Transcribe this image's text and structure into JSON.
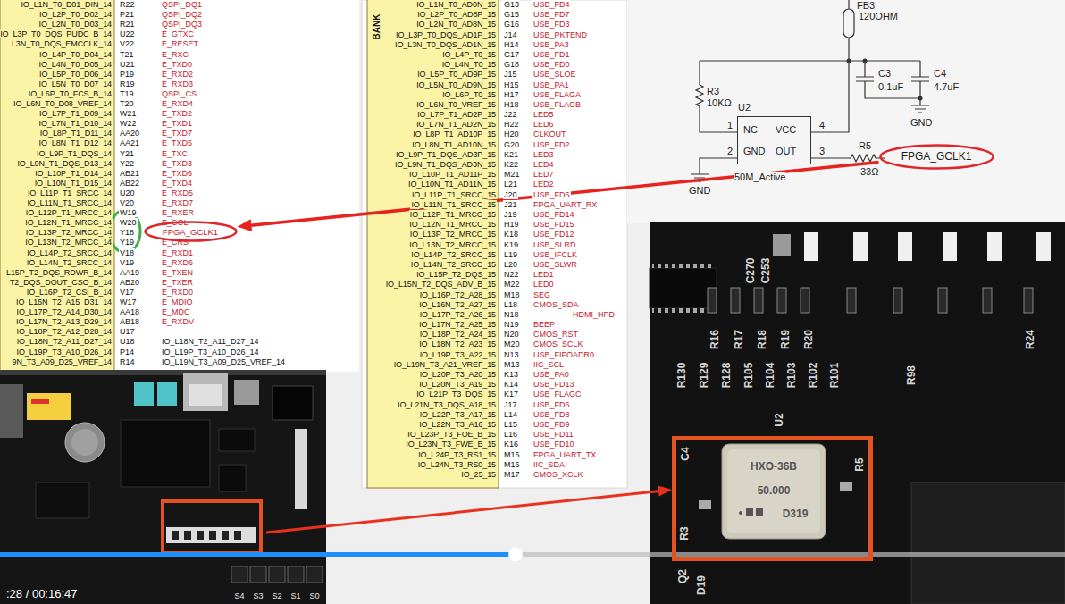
{
  "diagram": {
    "nodes": [
      {
        "text": [
          "FPGA_GCLK1"
        ]
      },
      {
        "text": [
          "U2",
          "NC",
          "VCC",
          "GND",
          "OUT",
          "50M_Active"
        ]
      },
      {
        "text": [
          "FPGA_GCLK1"
        ]
      },
      {
        "text": [
          "HXO-36B",
          "50.000",
          "D319"
        ]
      }
    ],
    "edges": [
      {
        "from": 2,
        "to": 0,
        "arrow": "to"
      }
    ],
    "labels": [
      "IO_L1N_T0_D01_DIN_14",
      "R22",
      "QSPI_DQ1",
      "IO_L2P_T0_D02_14",
      "P21",
      "QSPI_DQ2",
      "IO_L2N_T0_D03_14",
      "R21",
      "QSPI_DQ3",
      "IO_L3P_T0_DQS_PUDC_B_14",
      "U22",
      "E_GTXC",
      "L3N_T0_DQS_EMCCLK_14",
      "V22",
      "E_RESET",
      "IO_L4P_T0_D04_14",
      "T21",
      "E_RXC",
      "IO_L4N_T0_D05_14",
      "U21",
      "E_TXD0",
      "IO_L5P_T0_D06_14",
      "P19",
      "E_RXD2",
      "IO_L5N_T0_D07_14",
      "R19",
      "E_RXD3",
      "IO_L6P_T0_FCS_B_14",
      "T19",
      "QSPI_CS",
      "IO_L6N_T0_D08_VREF_14",
      "T20",
      "E_RXD4",
      "IO_L7P_T1_D09_14",
      "W21",
      "E_TXD2",
      "IO_L7N_T1_D10_14",
      "W22",
      "E_TXD1",
      "IO_L8P_T1_D11_14",
      "AA20",
      "E_TXD7",
      "IO_L8N_T1_D12_14",
      "AA21",
      "E_TXD5",
      "IO_L9P_T1_DQS_14",
      "Y21",
      "E_TXC",
      "IO_L9N_T1_DQS_D13_14",
      "Y22",
      "E_TXD3",
      "IO_L10P_T1_D14_14",
      "AB21",
      "E_TXD6",
      "IO_L10N_T1_D15_14",
      "AB22",
      "E_TXD4",
      "IO_L11P_T1_SRCC_14",
      "U20",
      "E_RXD5",
      "IO_L11N_T1_SRCC_14",
      "V20",
      "E_RXD7",
      "IO_L12P_T1_MRCC_14",
      "W19",
      "E_RXER",
      "IO_L12N_T1_MRCC_14",
      "W20",
      "E_COL",
      "IO_L13P_T2_MRCC_14",
      "Y18",
      "IO_L13N_T2_MRCC_14",
      "Y19",
      "E_CRS",
      "IO_L14P_T2_SRCC_14",
      "V18",
      "E_RXD1",
      "IO_L14N_T2_SRCC_14",
      "V19",
      "E_RXD6",
      "L15P_T2_DQS_RDWR_B_14",
      "AA19",
      "E_TXEN",
      "T2_DQS_DOUT_CSO_B_14",
      "AB20",
      "E_TXER",
      "IO_L16P_T2_CSI_B_14",
      "V17",
      "E_RXD0",
      "IO_L16N_T2_A15_D31_14",
      "W17",
      "E_MDIO",
      "IO_L17P_T2_A14_D30_14",
      "AA18",
      "E_MDC",
      "IO_L17N_T2_A13_D29_14",
      "AB18",
      "E_RXDV",
      "IO_L18P_T2_A12_D28_14",
      "U17",
      "IO_L18N_T2_A11_D27_14",
      "U18",
      "IO_L18N_T2_A11_D27_14",
      "IO_L19P_T3_A10_D26_14",
      "P14",
      "IO_L19P_T3_A10_D26_14",
      "9N_T3_A09_D25_VREF_14",
      "R14",
      "IO_L19N_T3_A09_D25_VREF_14",
      "IO_L1N_T0_AD0N_15",
      "G13",
      "USB_FD4",
      "IO_L2P_T0_AD8P_15",
      "G15",
      "USB_FD7",
      "IO_L2N_T0_AD8N_15",
      "G16",
      "USB_FD3",
      "IO_L3P_T0_DQS_AD1P_15",
      "J14",
      "USB_PKTEND",
      "IO_L3N_T0_DQS_AD1N_15",
      "H14",
      "USB_PA3",
      "IO_L4P_T0_15",
      "G17",
      "USB_FD1",
      "IO_L4N_T0_15",
      "G18",
      "USB_FD0",
      "IO_L5P_T0_AD9P_15",
      "J15",
      "USB_SLOE",
      "IO_L5N_T0_AD9N_15",
      "H15",
      "USB_PA1",
      "IO_L6P_T0_15",
      "H17",
      "USB_FLAGA",
      "IO_L6N_T0_VREF_15",
      "H18",
      "USB_FLAGB",
      "IO_L7P_T1_AD2P_15",
      "J22",
      "LED5",
      "IO_L7N_T1_AD2N_15",
      "H22",
      "LED6",
      "IO_L8P_T1_AD10P_15",
      "H20",
      "CLKOUT",
      "IO_L8N_T1_AD10N_15",
      "G20",
      "USB_FD2",
      "IO_L9P_T1_DQS_AD3P_15",
      "K21",
      "LED3",
      "IO_L9N_T1_DQS_AD3N_15",
      "K22",
      "LED4",
      "IO_L10P_T1_AD11P_15",
      "M21",
      "LED7",
      "IO_L10N_T1_AD11N_15",
      "L21",
      "LED2",
      "IO_L11P_T1_SRCC_15",
      "J20",
      "USB_FD5",
      "IO_L11N_T1_SRCC_15",
      "J21",
      "FPGA_UART_RX",
      "IO_L12P_T1_MRCC_15",
      "J19",
      "USB_FD14",
      "IO_L12N_T1_MRCC_15",
      "H19",
      "USB_FD15",
      "IO_L13P_T2_MRCC_15",
      "K18",
      "USB_FD12",
      "IO_L13N_T2_MRCC_15",
      "K19",
      "USB_SLRD",
      "IO_L14P_T2_SRCC_15",
      "L19",
      "USB_IFCLK",
      "IO_L14N_T2_SRCC_15",
      "L20",
      "USB_SLWR",
      "IO_L15P_T2_DQS_15",
      "N22",
      "LED1",
      "IO_L15N_T2_DQS_ADV_B_15",
      "M22",
      "LED0",
      "IO_L16P_T2_A28_15",
      "M18",
      "SEG",
      "IO_L16N_T2_A27_15",
      "L18",
      "CMOS_SDA",
      "IO_L17P_T2_A26_15",
      "N18",
      "HDMI_HPD",
      "IO_L17N_T2_A25_15",
      "N19",
      "BEEP",
      "IO_L18P_T2_A24_15",
      "N20",
      "CMOS_RST",
      "IO_L18N_T2_A23_15",
      "M20",
      "CMOS_SCLK",
      "IO_L19P_T3_A22_15",
      "N13",
      "USB_FIFOADR0",
      "IO_L19N_T3_A21_VREF_15",
      "M13",
      "IIC_SCL",
      "IO_L20P_T3_A20_15",
      "K13",
      "USB_PA0",
      "IO_L20N_T3_A19_15",
      "K14",
      "USB_FD13",
      "IO_L21P_T3_DQS_15",
      "K17",
      "USB_FLAGC",
      "IO_L21N_T3_DQS_A18_15",
      "J17",
      "USB_FD6",
      "IO_L22P_T3_A17_15",
      "L14",
      "USB_FD8",
      "IO_L22N_T3_A16_15",
      "L15",
      "USB_FD9",
      "IO_L23P_T3_FOE_B_15",
      "L16",
      "USB_FD11",
      "IO_L23N_T3_FWE_B_15",
      "K16",
      "USB_FD10",
      "IO_L24P_T3_RS1_15",
      "M15",
      "FPGA_UART_TX",
      "IO_L24N_T3_RS0_15",
      "M16",
      "IIC_SDA",
      "IO_25_15",
      "M17",
      "CMOS_XCLK",
      "BANK",
      "FB3",
      "120OHM",
      "R3",
      "10KΩ",
      "C3",
      "0.1uF",
      "C4",
      "4.7uF",
      "GND",
      "1",
      "4",
      "2",
      "3",
      "R5",
      "33Ω",
      "GND",
      "C253",
      "C270",
      "R16",
      "R17",
      "R18",
      "R19",
      "R20",
      "R24",
      "R130",
      "R129",
      "R128",
      "R105",
      "R104",
      "R103",
      "R102",
      "R101",
      "R98",
      "U2",
      "C4",
      "R5",
      "R3",
      "Q2",
      "D19",
      "S4",
      "S3",
      "S2",
      "S1",
      "S0",
      ":28 / 00:16:47"
    ]
  }
}
